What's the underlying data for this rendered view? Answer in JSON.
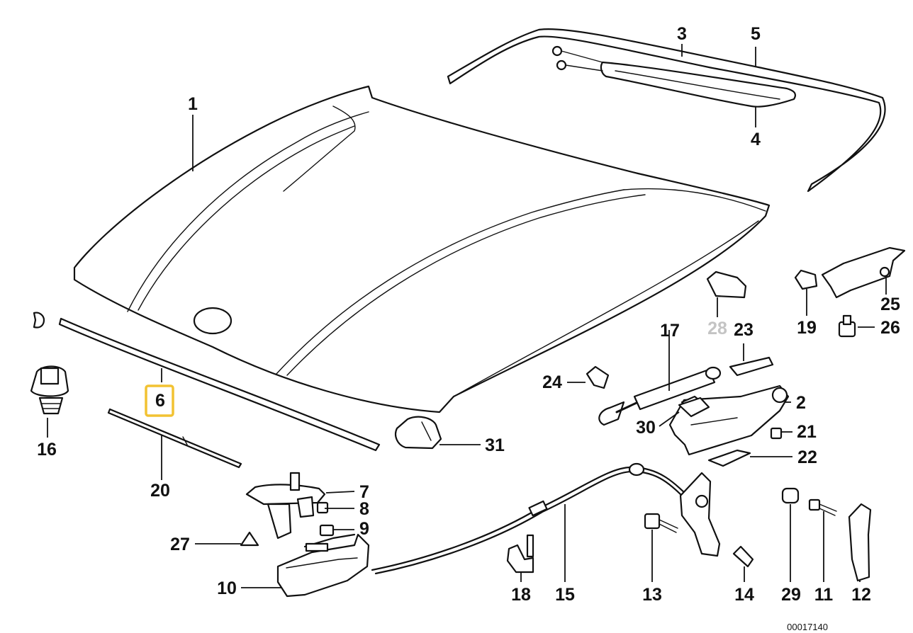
{
  "diagram": {
    "callouts": {
      "c1": "1",
      "c2": "2",
      "c3": "3",
      "c4": "4",
      "c5": "5",
      "c6": "6",
      "c7": "7",
      "c8": "8",
      "c9": "9",
      "c10": "10",
      "c11": "11",
      "c12": "12",
      "c13": "13",
      "c14": "14",
      "c15": "15",
      "c16": "16",
      "c17": "17",
      "c18": "18",
      "c19": "19",
      "c20": "20",
      "c21": "21",
      "c22": "22",
      "c23": "23",
      "c24": "24",
      "c25": "25",
      "c26": "26",
      "c27": "27",
      "c28": "28",
      "c29": "29",
      "c30": "30",
      "c31": "31"
    },
    "highlighted_callout": "6",
    "dimmed_callout": "28",
    "catalog_number": "00017140",
    "colors": {
      "highlight": "#f2c232",
      "line": "#111111",
      "dimmed": "#c4c4c4",
      "background": "#ffffff"
    }
  }
}
